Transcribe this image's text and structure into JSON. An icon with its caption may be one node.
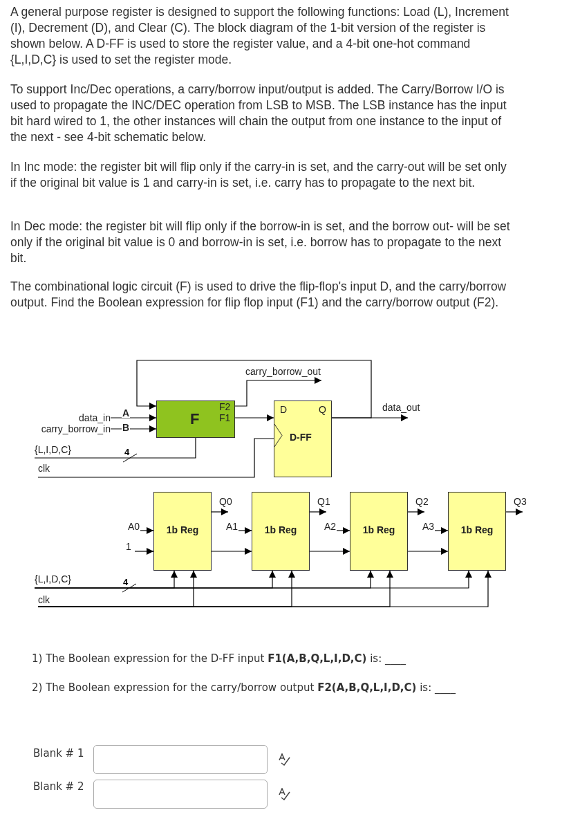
{
  "diagram": {
    "nodes": [
      {
        "text": [
          "F",
          "F2",
          "F1"
        ]
      },
      {
        "text": [
          "D",
          "Q",
          "D-FF"
        ]
      },
      {
        "text": [
          "data_in"
        ]
      },
      {
        "text": [
          "carry_borrow_in"
        ]
      },
      {
        "text": [
          "{L,I,D,C}"
        ]
      },
      {
        "text": [
          "clk"
        ]
      },
      {
        "text": [
          "carry_borrow_out"
        ]
      },
      {
        "text": [
          "data_out"
        ]
      },
      {
        "text": [
          "1b Reg"
        ]
      },
      {
        "text": [
          "1b Reg"
        ]
      },
      {
        "text": [
          "1b Reg"
        ]
      },
      {
        "text": [
          "1b Reg"
        ]
      },
      {
        "text": [
          "{L,I,D,C}"
        ]
      },
      {
        "text": [
          "clk"
        ]
      }
    ],
    "edges": [
      {
        "from": 2,
        "to": 0,
        "arrow": "to",
        "label": "A"
      },
      {
        "from": 3,
        "to": 0,
        "arrow": "to",
        "label": "B"
      },
      {
        "from": 4,
        "to": 0,
        "arrow": "none"
      },
      {
        "from": 5,
        "to": 1,
        "arrow": "none"
      },
      {
        "from": 0,
        "to": 1,
        "arrow": "to"
      },
      {
        "from": 0,
        "to": 6,
        "arrow": "to"
      },
      {
        "from": 1,
        "to": 0,
        "arrow": "to"
      },
      {
        "from": 1,
        "to": 7,
        "arrow": "to"
      },
      {
        "from": null,
        "to": 8,
        "arrow": "to",
        "label": "A0"
      },
      {
        "from": null,
        "to": 8,
        "arrow": "to",
        "label": "1"
      },
      {
        "from": 8,
        "to": null,
        "arrow": "to",
        "label": "Q0"
      },
      {
        "from": 8,
        "to": 9,
        "arrow": "to"
      },
      {
        "from": null,
        "to": 9,
        "arrow": "to",
        "label": "A1"
      },
      {
        "from": 9,
        "to": null,
        "arrow": "to",
        "label": "Q1"
      },
      {
        "from": 9,
        "to": 10,
        "arrow": "to"
      },
      {
        "from": null,
        "to": 10,
        "arrow": "to",
        "label": "A2"
      },
      {
        "from": 10,
        "to": null,
        "arrow": "to",
        "label": "Q2"
      },
      {
        "from": 10,
        "to": 11,
        "arrow": "to"
      },
      {
        "from": null,
        "to": 11,
        "arrow": "to",
        "label": "A3"
      },
      {
        "from": 11,
        "to": null,
        "arrow": "to",
        "label": "Q3"
      },
      {
        "from": 12,
        "to": 8,
        "arrow": "to"
      },
      {
        "from": 12,
        "to": 9,
        "arrow": "to"
      },
      {
        "from": 12,
        "to": 10,
        "arrow": "to"
      },
      {
        "from": 12,
        "to": 11,
        "arrow": "to"
      },
      {
        "from": 13,
        "to": 8,
        "arrow": "to"
      },
      {
        "from": 13,
        "to": 9,
        "arrow": "to"
      },
      {
        "from": 13,
        "to": 10,
        "arrow": "to"
      },
      {
        "from": 13,
        "to": 11,
        "arrow": "to"
      }
    ],
    "labels": [
      "A general purpose register is designed to support the following functions: Load (L), Increment (I), Decrement (D), and Clear (C). The block diagram of the 1-bit version of the register is shown below. A D-FF is used to store the register value, and a 4-bit one-hot command {L,I,D,C} is used to set the register mode.",
      "To support Inc/Dec operations, a carry/borrow input/output is added. The Carry/Borrow I/O is used to propagate the INC/DEC operation from LSB to MSB. The LSB instance has the input bit hard wired to 1, the other instances will chain the output from one instance to the input of the next - see 4-bit schematic below.",
      "In Inc mode: the register bit will flip only if the carry-in is set, and the carry-out will be set only if the original bit value is 1 and carry-in is set, i.e. carry has to propagate to the next bit.",
      "In Dec mode: the register bit will flip only if the borrow-in is set, and the borrow out- will be set only if the original bit value is 0 and borrow-in is set, i.e. borrow has to propagate to the next bit.",
      "The combinational logic circuit (F) is used to drive the flip-flop's input D, and the carry/borrow output. Find the Boolean expression for flip flop input (F1) and the carry/borrow output (F2).",
      "4",
      "4",
      "1) The Boolean expression for the D-FF input **F1(A,B,Q,L,I,D,C)** is: ____",
      "2) The Boolean expression for the carry/borrow output **F2(A,B,Q,L,I,D,C)** is: ____",
      "Blank # 1",
      "Blank # 2"
    ]
  }
}
